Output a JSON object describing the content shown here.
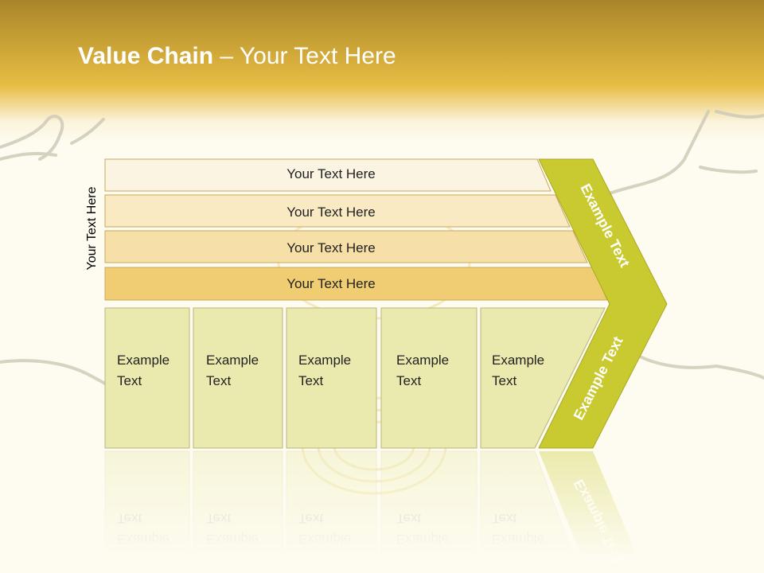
{
  "title": {
    "bold": "Value Chain",
    "rest": " – Your Text Here"
  },
  "side_label": "Your Text Here",
  "rows": [
    {
      "label": "Your Text Here",
      "fill": "#fbf4e2"
    },
    {
      "label": "Your Text Here",
      "fill": "#f9eac4"
    },
    {
      "label": "Your Text Here",
      "fill": "#f6e0a8"
    },
    {
      "label": "Your Text Here",
      "fill": "#f0cd72"
    }
  ],
  "boxes": [
    {
      "line1": "Example",
      "line2": "Text"
    },
    {
      "line1": "Example",
      "line2": "Text"
    },
    {
      "line1": "Example",
      "line2": "Text"
    },
    {
      "line1": "Example",
      "line2": "Text"
    },
    {
      "line1": "Example",
      "line2": "Text"
    }
  ],
  "arrow": {
    "upper": "Example Text",
    "lower": "Example Text"
  },
  "colors": {
    "box_fill": "#ebeaae",
    "box_stroke": "#b9b57a",
    "arrow_fill": "#c9c930",
    "row_stroke": "#c8a75a",
    "header": "#e8bd45"
  }
}
